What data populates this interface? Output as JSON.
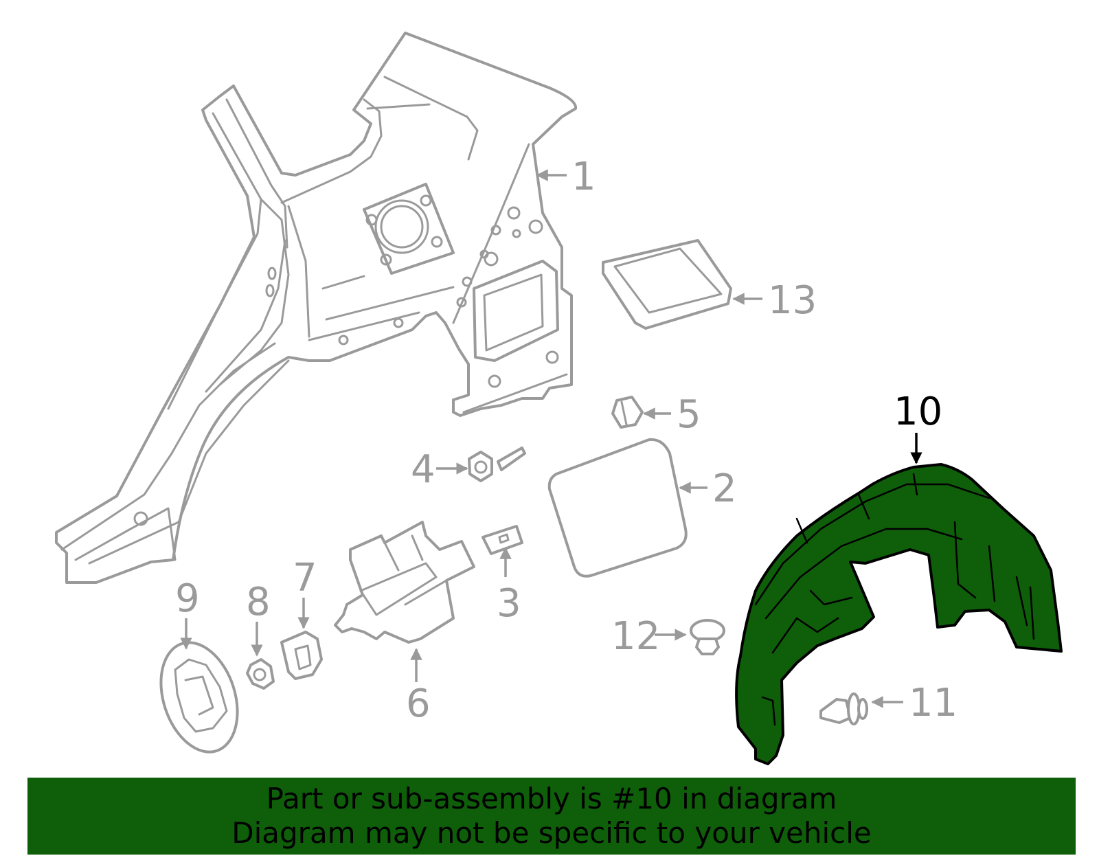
{
  "diagram": {
    "highlighted_callout": "10",
    "highlight_color": "#0f5e0a",
    "part_line_color": "#9a9a9a",
    "callouts": {
      "c1": "1",
      "c2": "2",
      "c3": "3",
      "c4": "4",
      "c5": "5",
      "c6": "6",
      "c7": "7",
      "c8": "8",
      "c9": "9",
      "c10": "10",
      "c11": "11",
      "c12": "12",
      "c13": "13"
    }
  },
  "banner": {
    "line1": "Part or sub-assembly is #10 in diagram",
    "line2": "Diagram may not be specific to your vehicle",
    "background": "#0f5e0a"
  }
}
